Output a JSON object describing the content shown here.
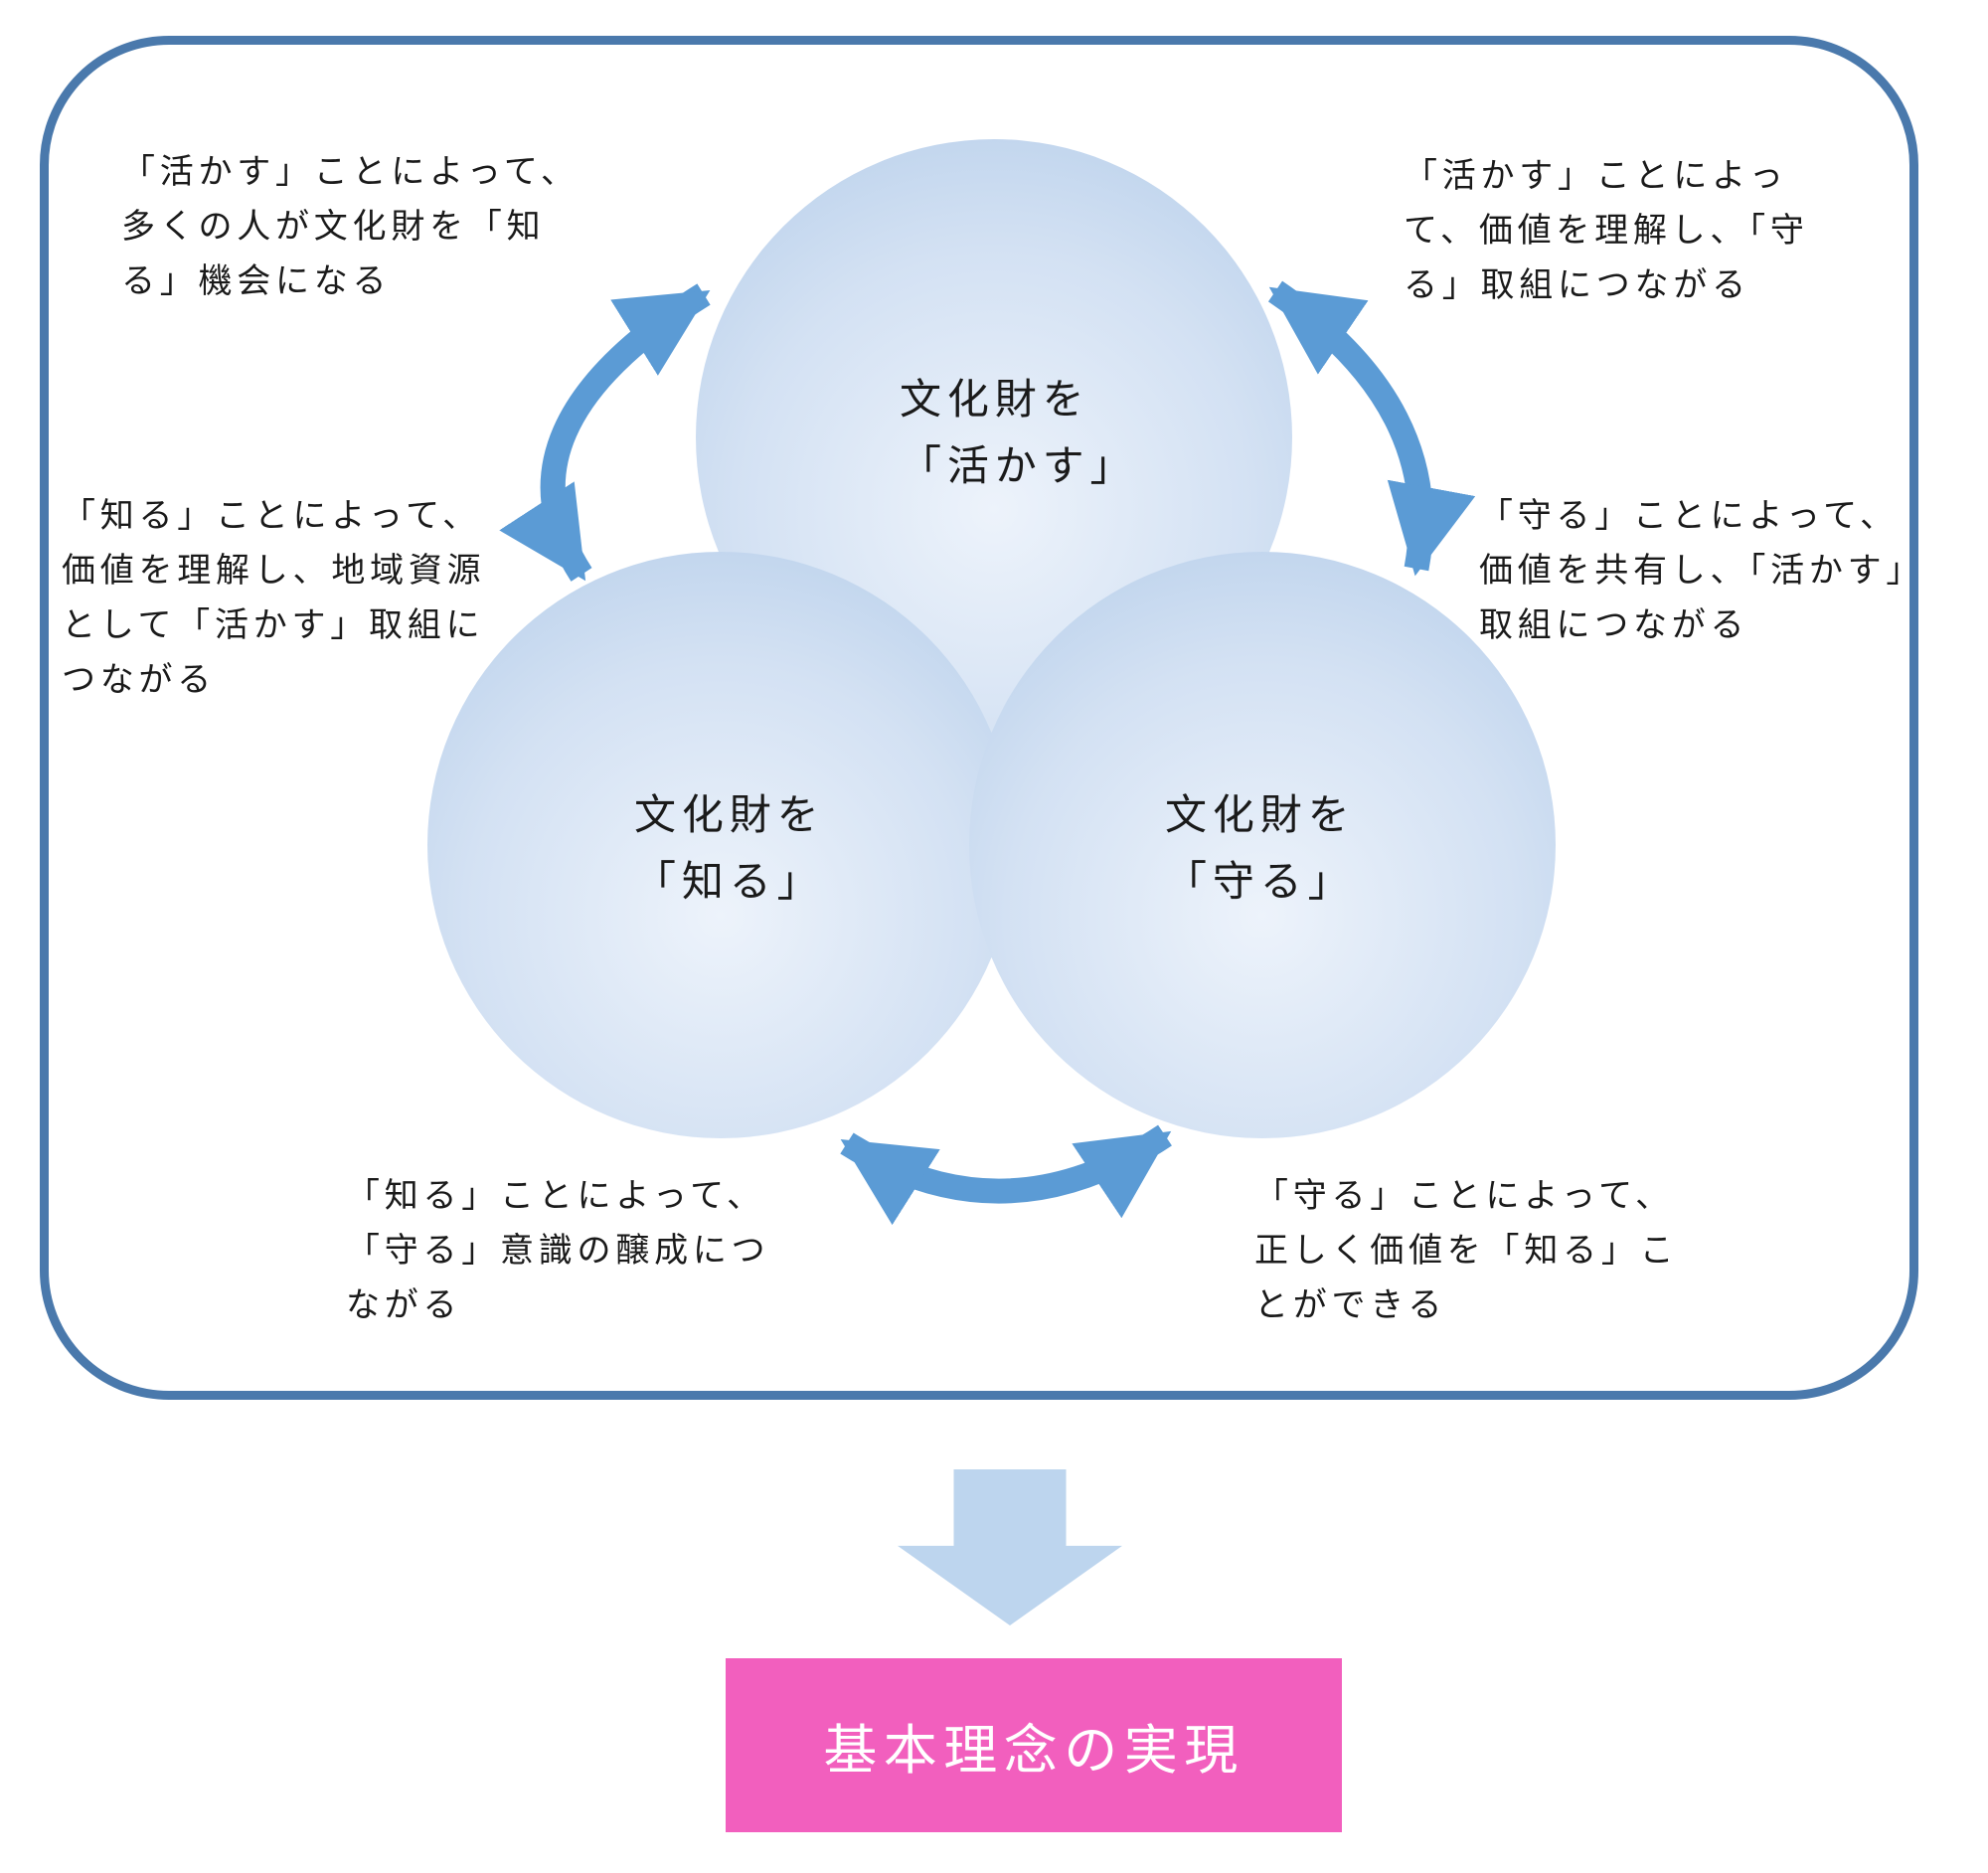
{
  "diagram": {
    "circles": [
      {
        "id": "utilize",
        "label": "文化財を\n「活かす」"
      },
      {
        "id": "know",
        "label": "文化財を\n「知る」"
      },
      {
        "id": "protect",
        "label": "文化財を\n「守る」"
      }
    ],
    "annotations": [
      {
        "id": "utilize-to-know",
        "text": "「活かす」ことによって、\n多くの人が文化財を「知\nる」機会になる"
      },
      {
        "id": "utilize-to-protect",
        "text": "「活かす」ことによっ\nて、価値を理解し、「守\nる」取組につながる"
      },
      {
        "id": "know-to-utilize",
        "text": "「知る」ことによって、\n価値を理解し、地域資源\nとして「活かす」取組に\nつながる"
      },
      {
        "id": "protect-to-utilize",
        "text": "「守る」ことによって、\n価値を共有し、「活かす」\n取組につながる"
      },
      {
        "id": "know-to-protect",
        "text": "「知る」ことによって、\n「守る」意識の醸成につ\nながる"
      },
      {
        "id": "protect-to-know",
        "text": "「守る」ことによって、\n正しく価値を「知る」こ\nとができる"
      }
    ],
    "result_box": {
      "label": "基本理念の実現"
    },
    "icons": {
      "curved_arrow_left": "double-headed-curved-arrow",
      "curved_arrow_right": "double-headed-curved-arrow",
      "curved_arrow_bottom": "double-headed-curved-arrow",
      "down_arrow": "block-down-arrow"
    },
    "colors": {
      "arrow_blue": "#5B9BD5",
      "frame_border": "#4A79AC",
      "circle_light": "#EDF3FB",
      "circle_mid": "#D3E1F3",
      "circle_dark": "#B3CCE9",
      "down_arrow": "#BDD5EE",
      "result_pink": "#F25FBE",
      "result_text": "#FFFFFF",
      "text": "#1A1A1A"
    }
  }
}
